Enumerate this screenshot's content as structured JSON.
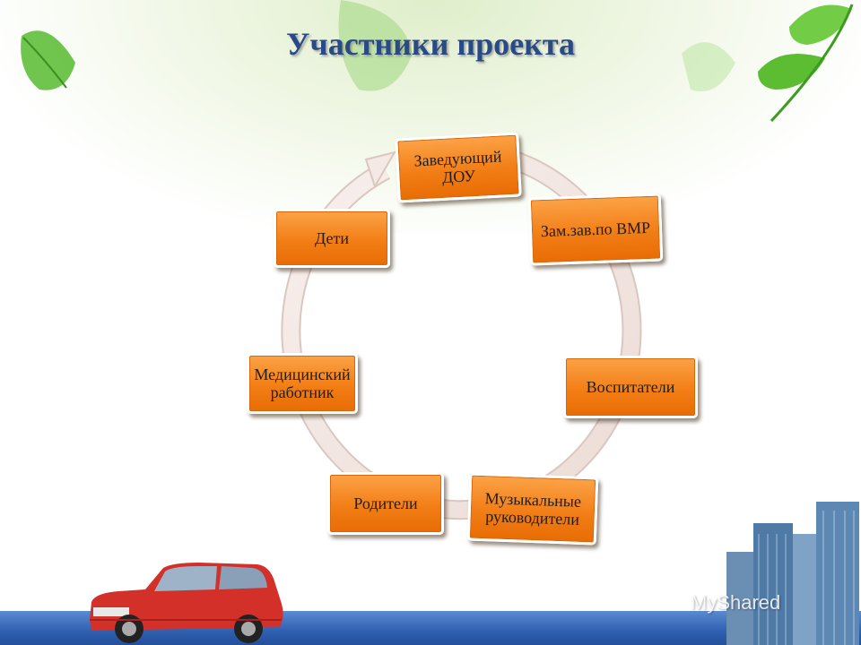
{
  "title": "Участники проекта",
  "nodes": [
    {
      "id": "zaveduyushchiy",
      "label": "Заведующий ДОУ"
    },
    {
      "id": "zam-zav",
      "label": "Зам.зав.по ВМР"
    },
    {
      "id": "vospitateli",
      "label": "Воспитатели"
    },
    {
      "id": "muz-ruk",
      "label": "Музыкальные руководители"
    },
    {
      "id": "roditeli",
      "label": "Родители"
    },
    {
      "id": "med-rabotnik",
      "label": "Медицинский работник"
    },
    {
      "id": "deti",
      "label": "Дети"
    }
  ],
  "colors": {
    "title": "#2a4a86",
    "node_fill": "#f37e16",
    "node_border": "#ffffff",
    "ring": "#f3e6e2",
    "band": "#2f5fb0"
  },
  "watermark": "MyShared"
}
